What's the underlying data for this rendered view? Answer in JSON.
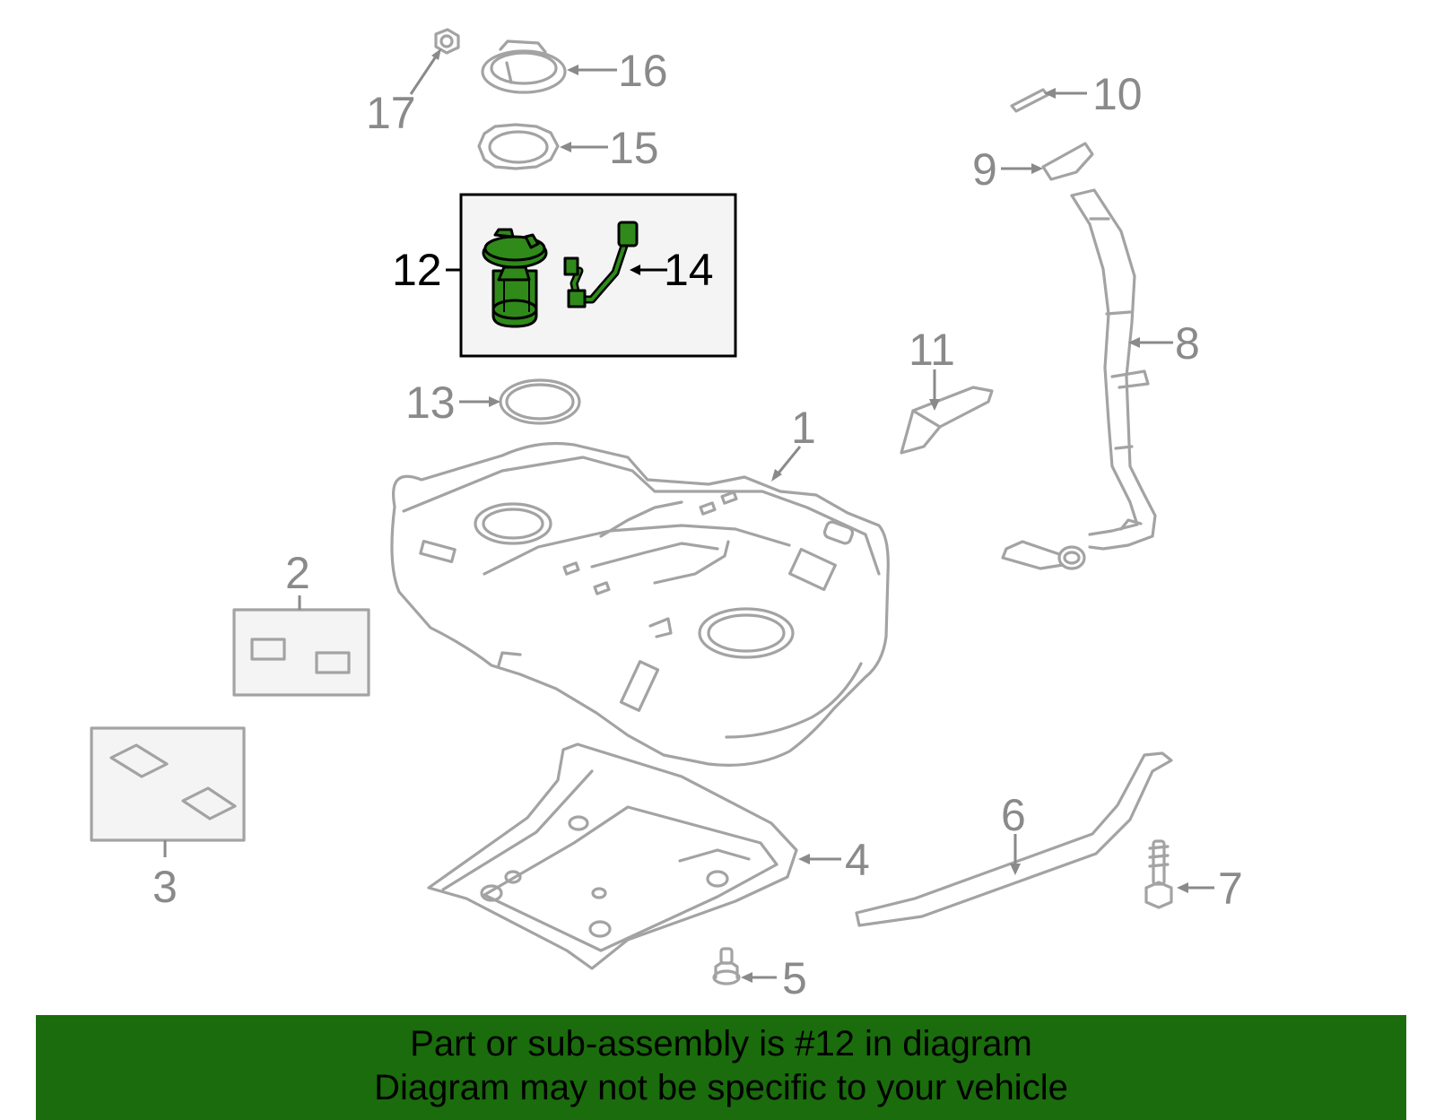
{
  "diagram": {
    "callouts": {
      "c1": "1",
      "c2": "2",
      "c3": "3",
      "c4": "4",
      "c5": "5",
      "c6": "6",
      "c7": "7",
      "c8": "8",
      "c9": "9",
      "c10": "10",
      "c11": "11",
      "c12": "12",
      "c13": "13",
      "c14": "14",
      "c15": "15",
      "c16": "16",
      "c17": "17"
    },
    "highlighted_part": "12",
    "colors": {
      "highlight": "#2f8a1a",
      "part_outline": "#a3a3a3",
      "callout_text": "#8a8a8a",
      "banner": "#1a6c0c"
    }
  },
  "banner": {
    "line1": "Part or sub-assembly is #12 in diagram",
    "line2": "Diagram may not be specific to your vehicle"
  }
}
